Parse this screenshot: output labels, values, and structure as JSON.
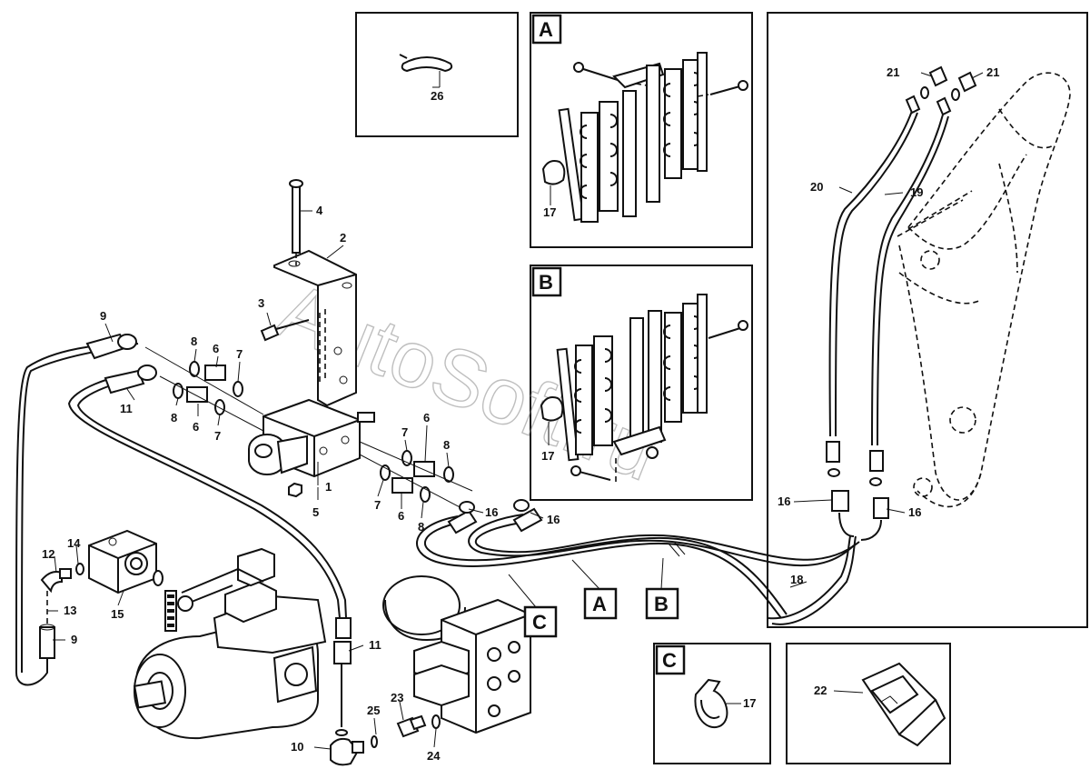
{
  "watermark": "AutoSoft.ru",
  "detail_tags": {
    "A": "A",
    "B": "B",
    "C": "C"
  },
  "callouts": {
    "p1": "1",
    "p2": "2",
    "p3": "3",
    "p4": "4",
    "p5": "5",
    "p6a": "6",
    "p6b": "6",
    "p6c": "6",
    "p6d": "6",
    "p7a": "7",
    "p7b": "7",
    "p7c": "7",
    "p7d": "7",
    "p8a": "8",
    "p8b": "8",
    "p8c": "8",
    "p8d": "8",
    "p9a": "9",
    "p9b": "9",
    "p10": "10",
    "p11a": "11",
    "p11b": "11",
    "p12": "12",
    "p13": "13",
    "p14": "14",
    "p15": "15",
    "p16a": "16",
    "p16b": "16",
    "p16c": "16",
    "p16d": "16",
    "p17a": "17",
    "p17b": "17",
    "p17c": "17",
    "p18": "18",
    "p19": "19",
    "p20": "20",
    "p21a": "21",
    "p21b": "21",
    "p22": "22",
    "p23": "23",
    "p24": "24",
    "p25": "25",
    "p26": "26"
  }
}
